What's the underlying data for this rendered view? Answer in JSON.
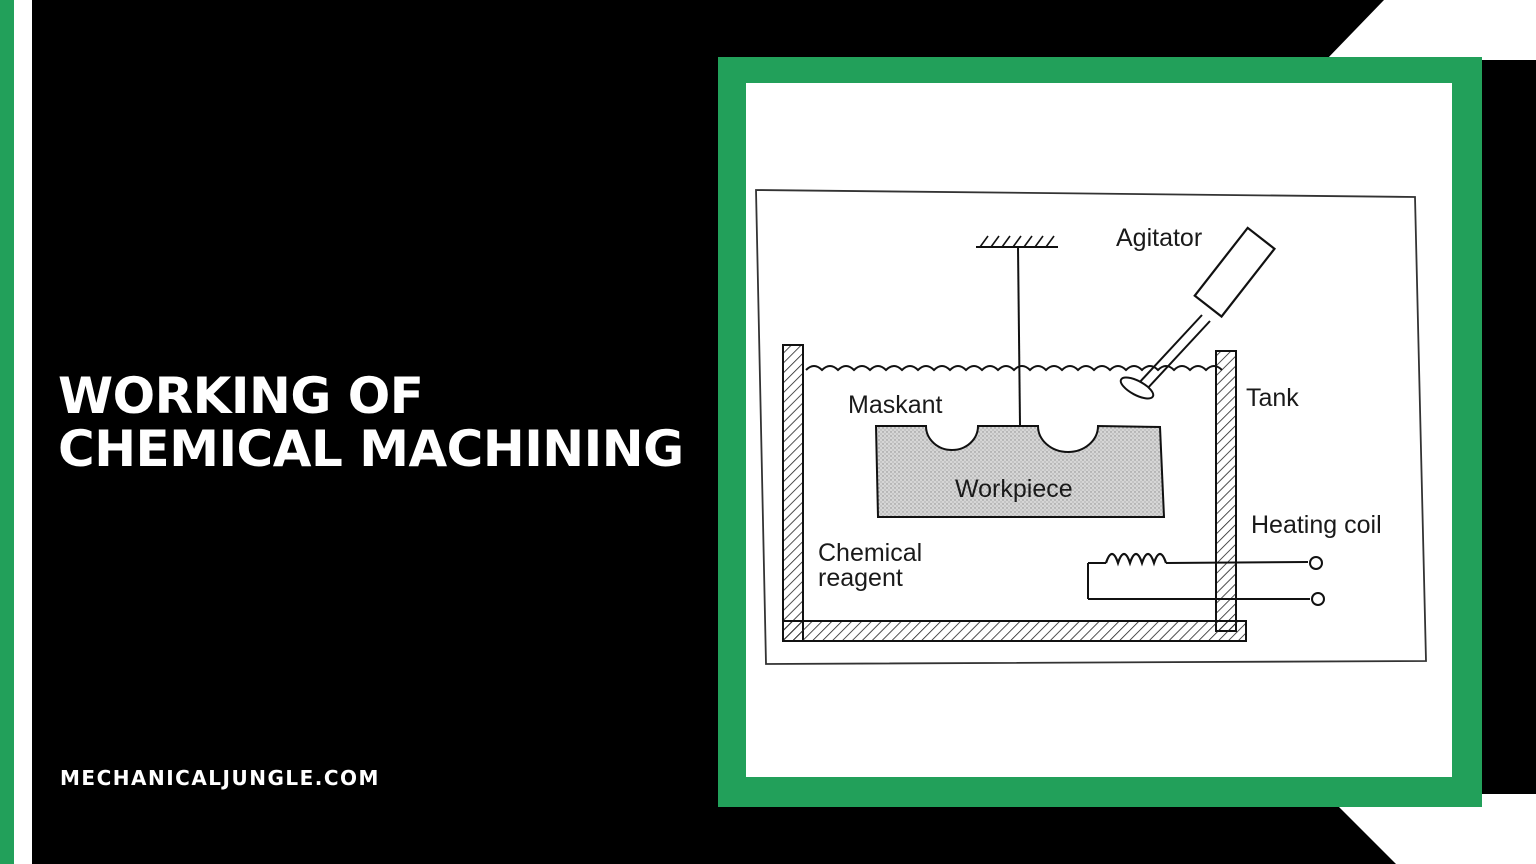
{
  "title": {
    "line1": "WORKING OF",
    "line2": "CHEMICAL MACHINING"
  },
  "site": "MECHANICALJUNGLE.COM",
  "colors": {
    "accent": "#22a05a",
    "background": "#000000",
    "text": "#ffffff"
  },
  "diagram": {
    "labels": {
      "agitator": "Agitator",
      "tank": "Tank",
      "maskant": "Maskant",
      "workpiece": "Workpiece",
      "heating_coil": "Heating coil",
      "chemical_line1": "Chemical",
      "chemical_line2": "reagent"
    }
  }
}
